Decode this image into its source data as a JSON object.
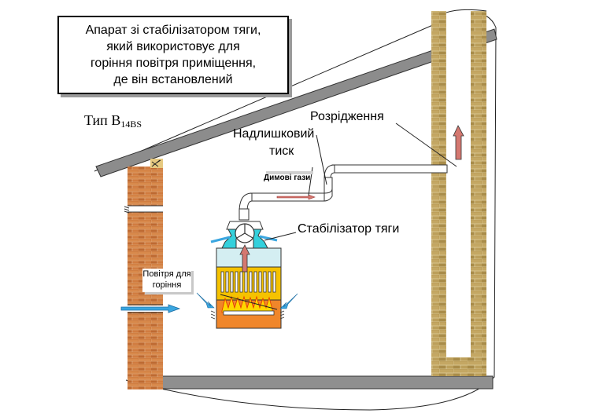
{
  "title_box": {
    "lines": [
      "Апарат зі стабілізатором тяги,",
      "який використовує для",
      "горіння повітря приміщення,",
      "де він встановлений"
    ]
  },
  "type_label": {
    "main": "Тип B",
    "subscript": "14BS"
  },
  "labels": {
    "underpressure": "Розрідження",
    "overpressure_line1": "Надлишковий",
    "overpressure_line2": "тиск",
    "flue_gases": "Димові гази",
    "draft_stabilizer": "Стабілізатор тяги",
    "combustion_air_line1": "Повітря для",
    "combustion_air_line2": "горіння"
  },
  "colors": {
    "brick_red": "#c8743a",
    "brick_tan": "#b89a55",
    "roof_gray": "#8c8c8c",
    "floor_gray": "#8f8f8f",
    "air_blue": "#3aa6e0",
    "stabilizer_cyan": "#33d0dc",
    "appliance_top": "#d4eef2",
    "heat_exchanger": "#f5c200",
    "burner_orange": "#f0862a",
    "flame_yellow": "#ffd700",
    "gas_arrow": "#d47870"
  }
}
